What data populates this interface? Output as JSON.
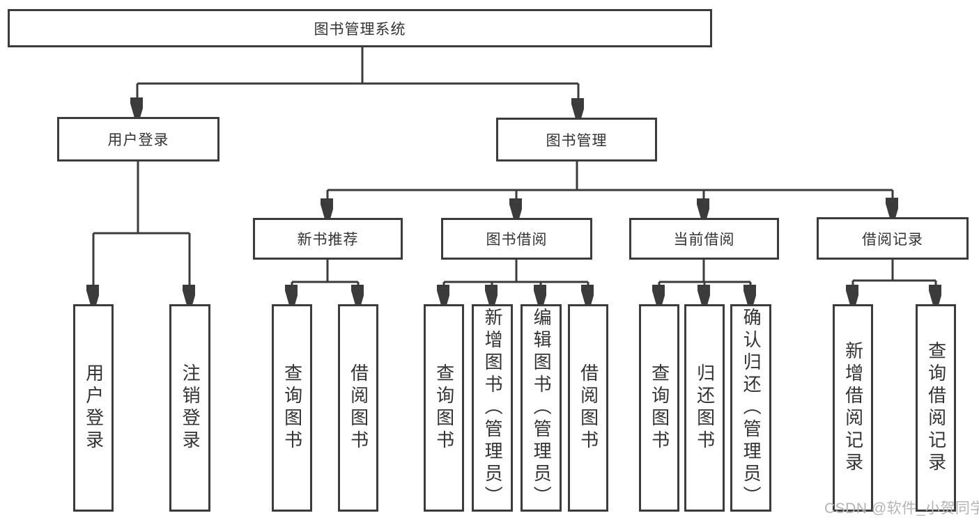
{
  "tree": {
    "root": {
      "label": "图书管理系统"
    },
    "children": [
      {
        "label": "用户登录",
        "children": [
          {
            "label": "用户登录"
          },
          {
            "label": "注销登录"
          }
        ]
      },
      {
        "label": "图书管理",
        "children": [
          {
            "label": "新书推荐",
            "children": [
              {
                "label": "查询图书"
              },
              {
                "label": "借阅图书"
              }
            ]
          },
          {
            "label": "图书借阅",
            "children": [
              {
                "label": "查询图书"
              },
              {
                "label": "新增图书（管理员）"
              },
              {
                "label": "编辑图书（管理员）"
              },
              {
                "label": "借阅图书"
              }
            ]
          },
          {
            "label": "当前借阅",
            "children": [
              {
                "label": "查询图书"
              },
              {
                "label": "归还图书"
              },
              {
                "label": "确认归还（管理员）"
              }
            ]
          },
          {
            "label": "借阅记录",
            "children": [
              {
                "label": "新增借阅记录"
              },
              {
                "label": "查询借阅记录"
              }
            ]
          }
        ]
      }
    ]
  },
  "watermark": {
    "text": "CSDN @软件_小贺同学"
  },
  "colors": {
    "line": "#3b3b3b",
    "text": "#333333",
    "box_bg": "#ffffff",
    "bg": "#ffffff",
    "watermark": "#b4b4b4"
  }
}
